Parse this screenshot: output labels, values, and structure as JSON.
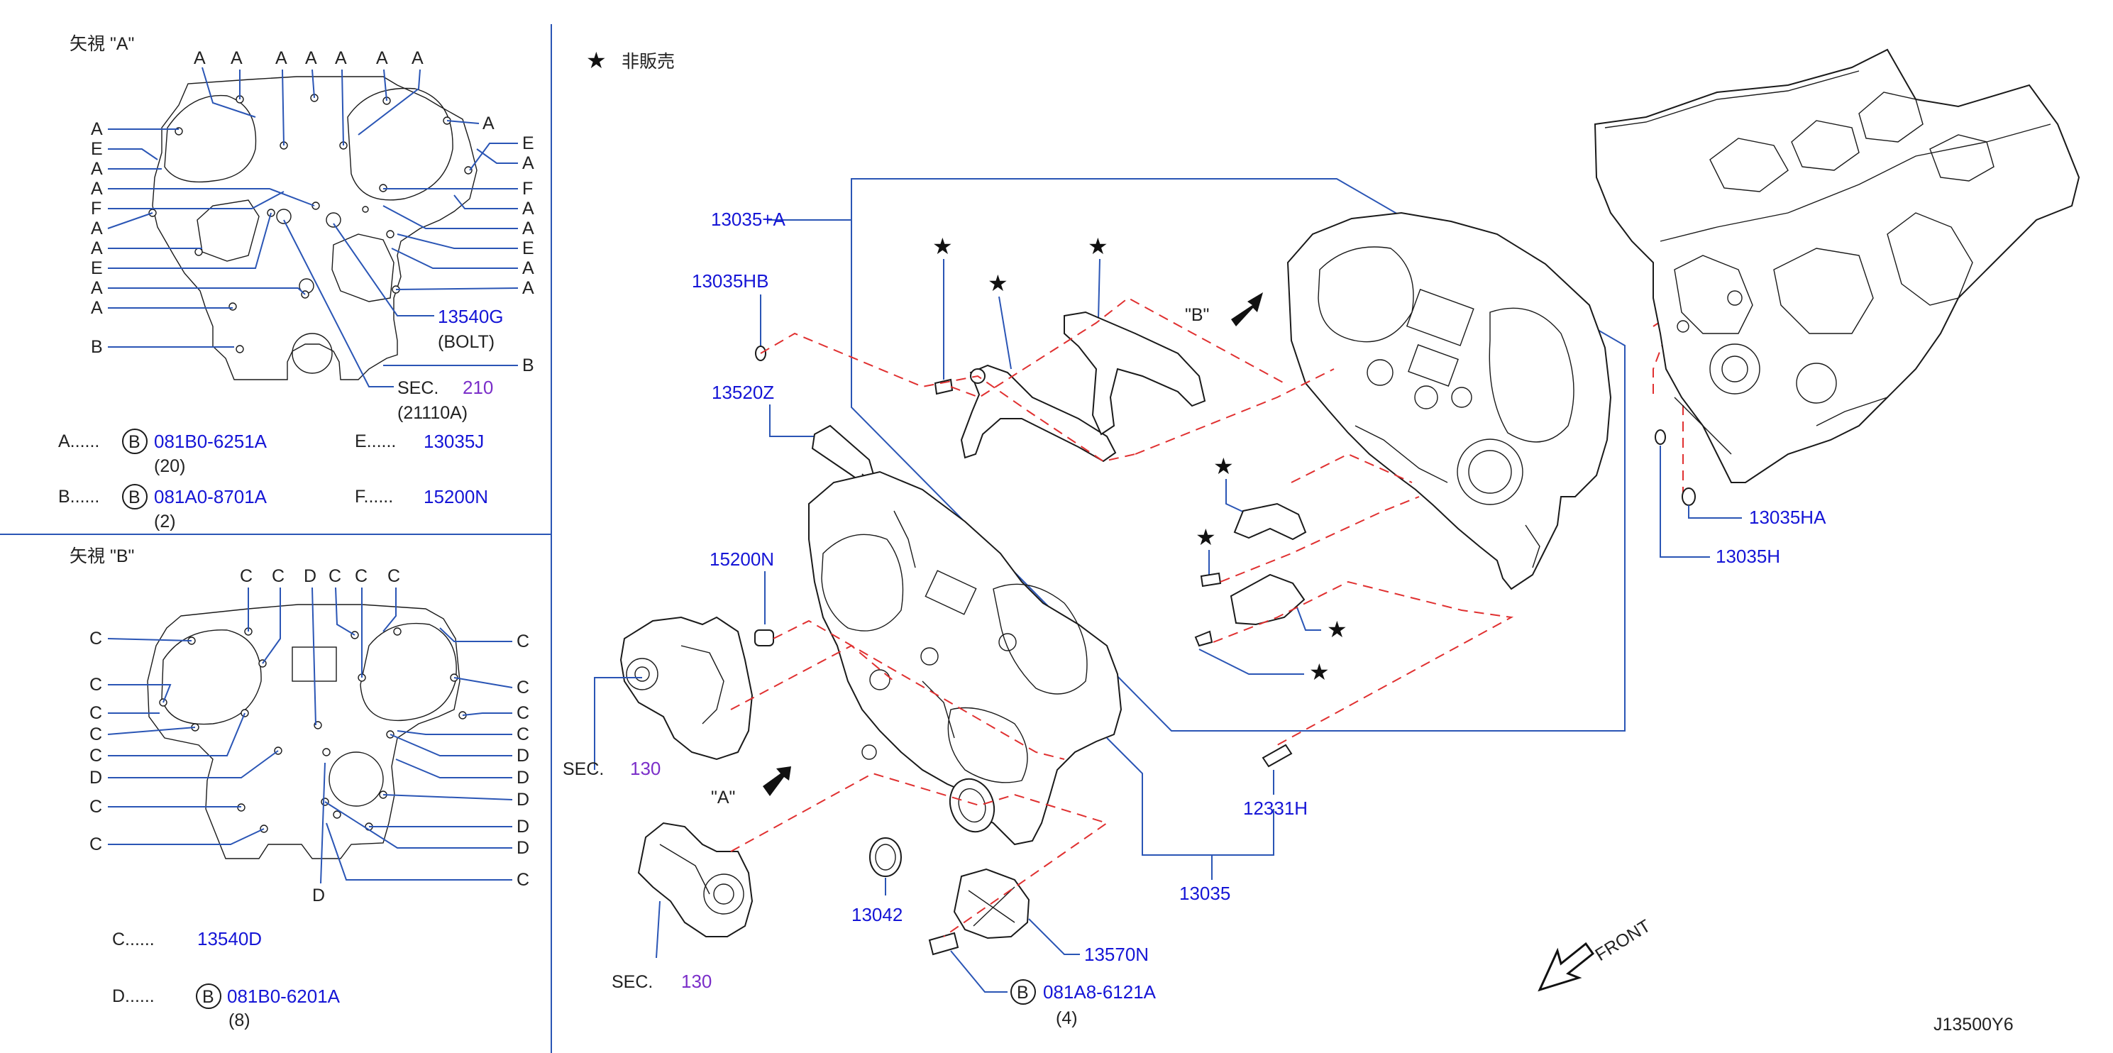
{
  "colors": {
    "part_number": "#1515d6",
    "section_ref": "#7b2fc9",
    "leader_line": "#2a55b5",
    "dashed_line": "#e03030",
    "ink": "#1a1a1a"
  },
  "view_a": {
    "title": "矢視 \"A\"",
    "top_letters": [
      "A",
      "A",
      "A",
      "A",
      "A",
      "A",
      "A"
    ],
    "left_letters": [
      "A",
      "E",
      "A",
      "A",
      "F",
      "A",
      "A",
      "E",
      "A",
      "A",
      "B"
    ],
    "right_letters": [
      "A",
      "E",
      "A",
      "F",
      "A",
      "A",
      "E",
      "A",
      "A",
      "B"
    ],
    "bolt_part": "13540G",
    "bolt_note": "(BOLT)",
    "sec_label": "SEC.",
    "sec_number": "210",
    "sec_sub": "(21110A)",
    "legend": [
      {
        "key": "A......",
        "circle": "B",
        "part": "081B0-6251A",
        "qty": "(20)"
      },
      {
        "key": "E......",
        "circle": "",
        "part": "13035J",
        "qty": ""
      },
      {
        "key": "B......",
        "circle": "B",
        "part": "081A0-8701A",
        "qty": "(2)"
      },
      {
        "key": "F......",
        "circle": "",
        "part": "15200N",
        "qty": ""
      }
    ]
  },
  "view_b": {
    "title": "矢視 \"B\"",
    "top_letters": [
      "C",
      "C",
      "D",
      "C",
      "C",
      "C"
    ],
    "left_letters": [
      "C",
      "C",
      "C",
      "C",
      "C",
      "D",
      "C",
      "C"
    ],
    "right_letters": [
      "C",
      "C",
      "C",
      "C",
      "D",
      "D",
      "D",
      "D",
      "D",
      "C"
    ],
    "bottom_letter": "D",
    "legend": [
      {
        "key": "C......",
        "circle": "",
        "part": "13540D",
        "qty": ""
      },
      {
        "key": "D......",
        "circle": "B",
        "part": "081B0-6201A",
        "qty": "(8)"
      }
    ]
  },
  "main": {
    "not_sold": "非販売",
    "parts": {
      "p13035_a": "13035+A",
      "p13035hb": "13035HB",
      "p13520z": "13520Z",
      "p15200n": "15200N",
      "p13042": "13042",
      "p13035": "13035",
      "p12331h": "12331H",
      "p13570n": "13570N",
      "p081a8": "081A8-6121A",
      "p081a8_qty": "(4)",
      "p13035ha": "13035HA",
      "p13035h": "13035H"
    },
    "sec1": {
      "label": "SEC.",
      "number": "130"
    },
    "sec2": {
      "label": "SEC.",
      "number": "130"
    },
    "view_a_marker": "\"A\"",
    "view_b_marker": "\"B\"",
    "front_label": "FRONT",
    "diagram_code": "J13500Y6"
  }
}
